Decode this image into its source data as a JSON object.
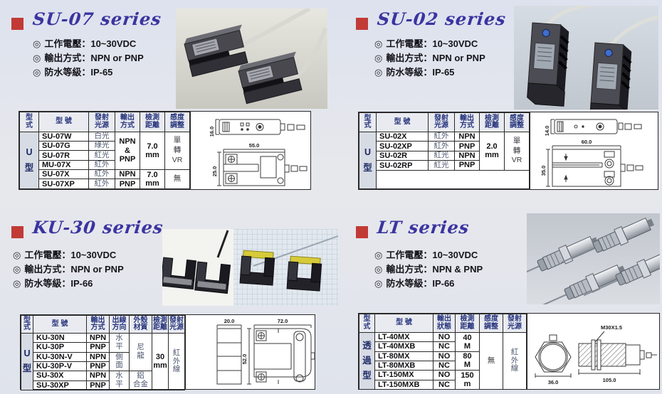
{
  "bullet": "◎",
  "sections": {
    "su07": {
      "title": "SU-07 series",
      "specs": [
        "工作電壓：10~30VDC",
        "輸出方式：NPN or PNP",
        "防水等級：IP-65"
      ],
      "table": {
        "headers": {
          "type": "型\n式",
          "model": "型  號",
          "light": "發射\n光源",
          "output": "輸出\n方式",
          "distance": "檢測\n距離",
          "sense": "感度\n調整"
        },
        "type_label": "U\n型",
        "models": [
          "SU-07W",
          "SU-07G",
          "SU-07R",
          "MU-07X",
          "SU-07X",
          "SU-07XP"
        ],
        "lights": [
          "白光",
          "綠光",
          "紅光",
          "紅外",
          "紅外",
          "紅外"
        ],
        "output_group": "NPN\n&\nPNP",
        "output_x": "NPN",
        "output_xp": "PNP",
        "distance_group1": "7.0\nmm",
        "distance_group2": "7.0\nmm",
        "sense_group1": "單\n轉\nVR",
        "sense_group2": "無"
      },
      "drawing": {
        "top_h": "16.0",
        "width": "55.0",
        "height": "25.0"
      }
    },
    "su02": {
      "title": "SU-02 series",
      "specs": [
        "工作電壓：10~30VDC",
        "輸出方式：NPN or PNP",
        "防水等級：IP-65"
      ],
      "table": {
        "headers": {
          "type": "型\n式",
          "model": "型  號",
          "light": "發射\n光源",
          "output": "輸出\n方式",
          "distance": "檢測\n距離",
          "sense": "感度\n調整"
        },
        "type_label": "U\n型",
        "models": [
          "SU-02X",
          "SU-02XP",
          "SU-02R",
          "SU-02RP"
        ],
        "lights": [
          "紅外",
          "紅外",
          "紅光",
          "紅光"
        ],
        "outputs": [
          "NPN",
          "PNP",
          "NPN",
          "PNP"
        ],
        "distance_group": "2.0\nmm",
        "sense_group": "單\n轉\nVR"
      },
      "drawing": {
        "top_h": "14.0",
        "width": "60.0",
        "height": "35.0"
      }
    },
    "ku30": {
      "title": "KU-30 series",
      "specs": [
        "工作電壓：10~30VDC",
        "輸出方式：NPN or PNP",
        "防水等級：IP-66"
      ],
      "table": {
        "headers": {
          "type": "型\n式",
          "model": "型  號",
          "output": "輸出\n方式",
          "wire": "出線\n方向",
          "housing": "外殼\n材質",
          "distance": "檢測\n距離",
          "light": "發射\n光源"
        },
        "type_label": "U\n型",
        "models": [
          "KU-30N",
          "KU-30P",
          "KU-30N-V",
          "KU-30P-V",
          "SU-30X",
          "SU-30XP"
        ],
        "outputs": [
          "NPN",
          "PNP",
          "NPN",
          "PNP",
          "NPN",
          "PNP"
        ],
        "wire_groups": [
          "水\n平",
          "側\n面",
          "水\n平"
        ],
        "housing_groups": [
          "尼\n龍",
          "鋁\n合金"
        ],
        "distance_group": "30\nmm",
        "light_group": "紅\n外\n線"
      },
      "drawing": {
        "side_w": "20.0",
        "width": "72.0",
        "height": "52.0"
      }
    },
    "lt": {
      "title": "LT series",
      "specs": [
        "工作電壓：10~30VDC",
        "輸出方式：NPN & PNP",
        "防水等級：IP-66"
      ],
      "table": {
        "headers": {
          "type": "型\n式",
          "model": "型  號",
          "state": "輸出\n狀態",
          "distance": "檢測\n距離",
          "sense": "感度\n調整",
          "light": "發射\n光源"
        },
        "type_label": "透\n過\n型",
        "models": [
          "LT-40MX",
          "LT-40MXB",
          "LT-80MX",
          "LT-80MXB",
          "LT-150MX",
          "LT-150MXB"
        ],
        "states": [
          "NO",
          "NC",
          "NO",
          "NC",
          "NO",
          "NC"
        ],
        "distance_groups": [
          "40\nM",
          "80\nM",
          "150\nm"
        ],
        "sense_group": "無",
        "light_group": "紅\n外\n線"
      },
      "drawing": {
        "thread": "M30X1.5",
        "hex_w": "36.0",
        "length": "105.0"
      }
    }
  }
}
